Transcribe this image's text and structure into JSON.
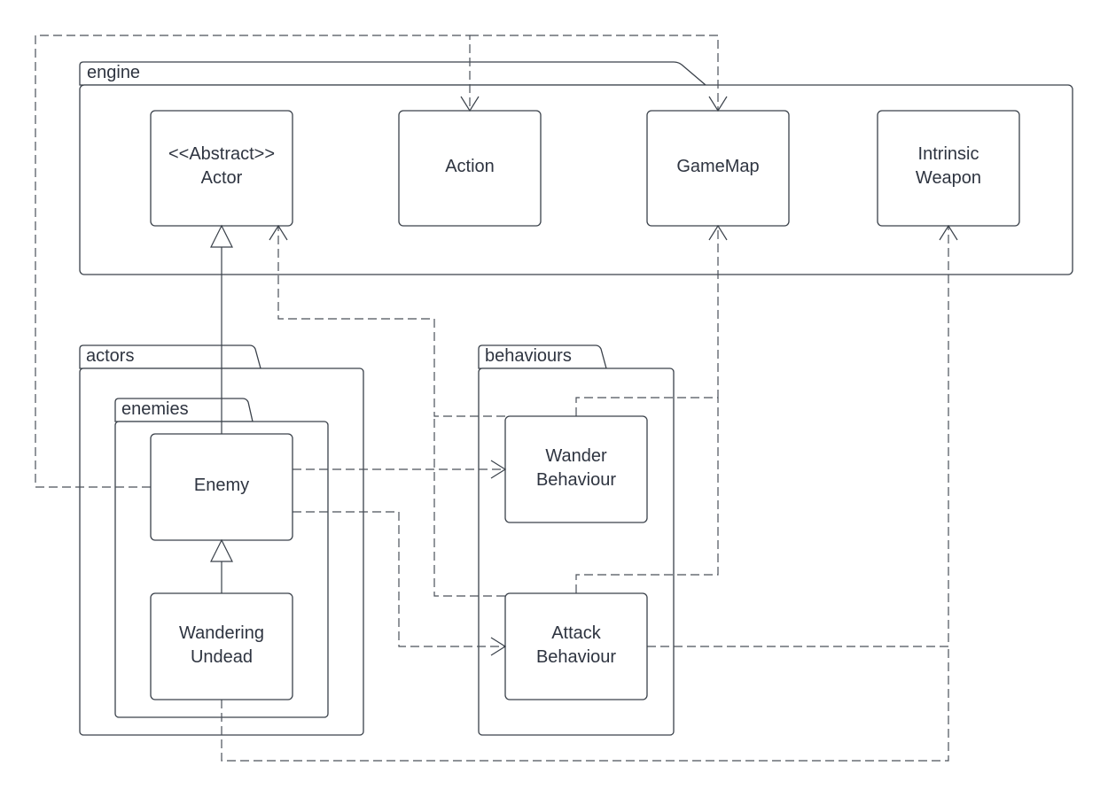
{
  "packages": {
    "engine": "engine",
    "actors": "actors",
    "enemies": "enemies",
    "behaviours": "behaviours"
  },
  "classes": {
    "actor": [
      "<<Abstract>>",
      "Actor"
    ],
    "action": [
      "Action"
    ],
    "gamemap": [
      "GameMap"
    ],
    "intrinsic_weapon": [
      "Intrinsic",
      "Weapon"
    ],
    "enemy": [
      "Enemy"
    ],
    "wandering_undead": [
      "Wandering",
      "Undead"
    ],
    "wander_behaviour": [
      "Wander",
      "Behaviour"
    ],
    "attack_behaviour": [
      "Attack",
      "Behaviour"
    ]
  }
}
